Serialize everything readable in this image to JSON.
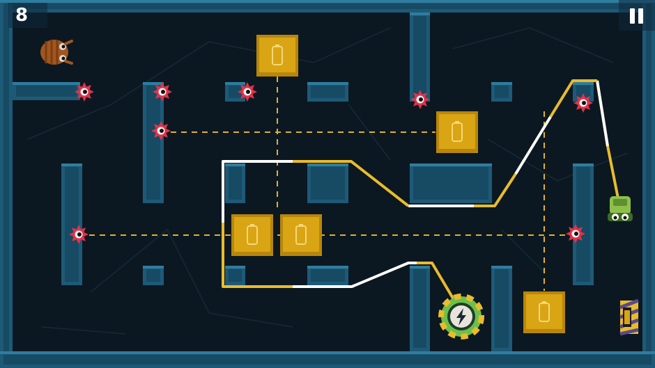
{
  "hud": {
    "score": "8",
    "pause_icon": "pause-icon"
  },
  "colors": {
    "background": "#0c1821",
    "wall": "#1d5a78",
    "wall_top": "#2a7090",
    "battery": "#d9a514",
    "wire_yellow": "#e9bb2e",
    "wire_white": "#ffffff",
    "enemy": "#e0334a",
    "charger_green": "#6cbf4a",
    "robot": "#8cc04a"
  },
  "entities": {
    "player": "green-robot",
    "enemy_bug": "brown-beetle",
    "goal": "charging-station",
    "exit": "striped-exit-gate",
    "batteries": [
      "battery-crate",
      "battery-crate",
      "battery-crate",
      "battery-crate",
      "battery-crate"
    ],
    "spike_enemies": [
      "spiked-eye",
      "spiked-eye",
      "spiked-eye",
      "spiked-eye",
      "spiked-eye",
      "spiked-eye",
      "spiked-eye",
      "spiked-eye"
    ]
  }
}
